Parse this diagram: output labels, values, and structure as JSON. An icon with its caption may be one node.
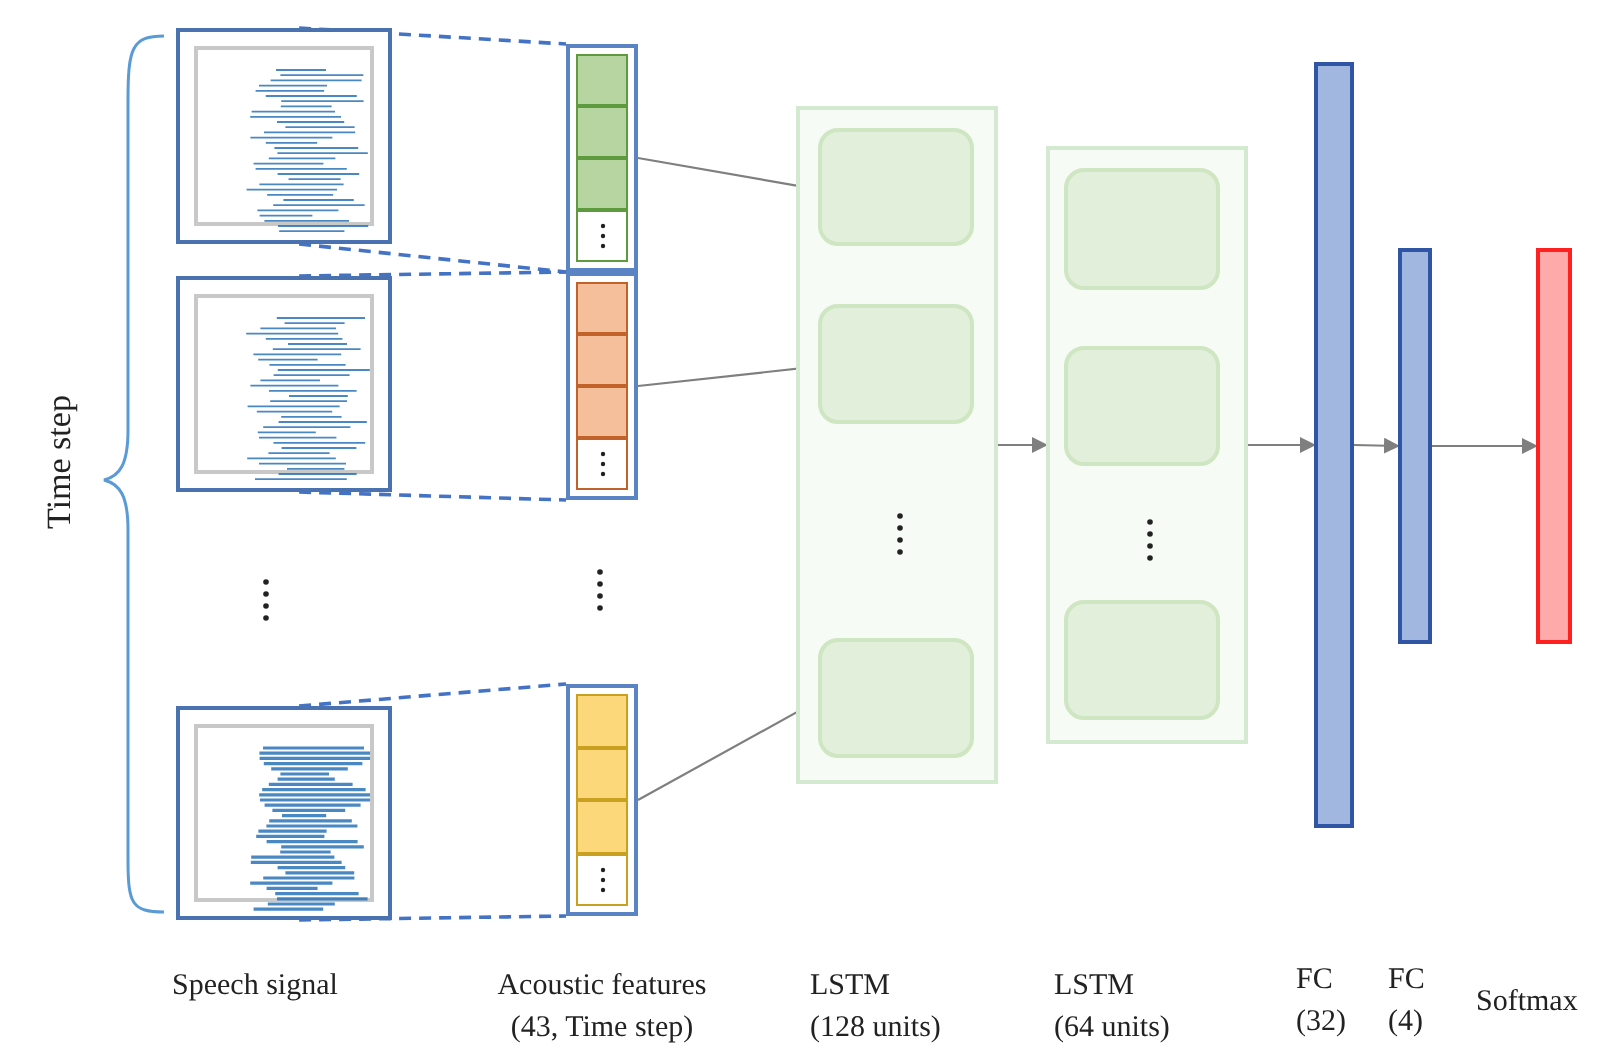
{
  "diagram": {
    "nodes": [
      {
        "text": [],
        "shape": "picture"
      },
      {
        "text": [],
        "shape": "picture"
      },
      {
        "text": [],
        "shape": "picture"
      },
      {
        "text": [],
        "shape": "box"
      },
      {
        "text": [],
        "shape": "box"
      },
      {
        "text": [],
        "shape": "box"
      },
      {
        "text": [],
        "shape": "box"
      },
      {
        "text": [],
        "shape": "box",
        "in": 6
      },
      {
        "text": [],
        "shape": "box",
        "in": 6
      },
      {
        "text": [],
        "shape": "box",
        "in": 6
      },
      {
        "text": [],
        "shape": "box"
      },
      {
        "text": [],
        "shape": "box",
        "in": 10
      },
      {
        "text": [],
        "shape": "box",
        "in": 10
      },
      {
        "text": [],
        "shape": "box",
        "in": 10
      },
      {
        "text": [],
        "shape": "bar"
      },
      {
        "text": [],
        "shape": "bar"
      },
      {
        "text": [],
        "shape": "bar"
      }
    ],
    "edges": [
      {
        "from": 0,
        "to": 3,
        "arrow": "none",
        "style": "dashed",
        "color": "#4472c4"
      },
      {
        "from": 0,
        "to": 3,
        "arrow": "none",
        "style": "dashed",
        "color": "#4472c4"
      },
      {
        "from": 1,
        "to": 4,
        "arrow": "none",
        "style": "dashed",
        "color": "#4472c4"
      },
      {
        "from": 1,
        "to": 4,
        "arrow": "none",
        "style": "dashed",
        "color": "#4472c4"
      },
      {
        "from": 2,
        "to": 5,
        "arrow": "none",
        "style": "dashed",
        "color": "#4472c4"
      },
      {
        "from": 2,
        "to": 5,
        "arrow": "none",
        "style": "dashed",
        "color": "#4472c4"
      },
      {
        "from": 3,
        "to": 7,
        "arrow": "to"
      },
      {
        "from": 4,
        "to": 8,
        "arrow": "to"
      },
      {
        "from": 5,
        "to": 9,
        "arrow": "to"
      },
      {
        "from": 6,
        "to": 10,
        "arrow": "to"
      },
      {
        "from": 10,
        "to": 14,
        "arrow": "to"
      },
      {
        "from": 14,
        "to": 15,
        "arrow": "to"
      },
      {
        "from": 15,
        "to": 16,
        "arrow": "to"
      }
    ],
    "labels": [
      "Time step",
      "Speech signal",
      "Acoustic features",
      "(43, Time step)",
      "LSTM",
      "(128 units)",
      "LSTM",
      "(64 units)",
      "FC",
      "(32)",
      "FC",
      "(4)",
      "Softmax"
    ]
  }
}
